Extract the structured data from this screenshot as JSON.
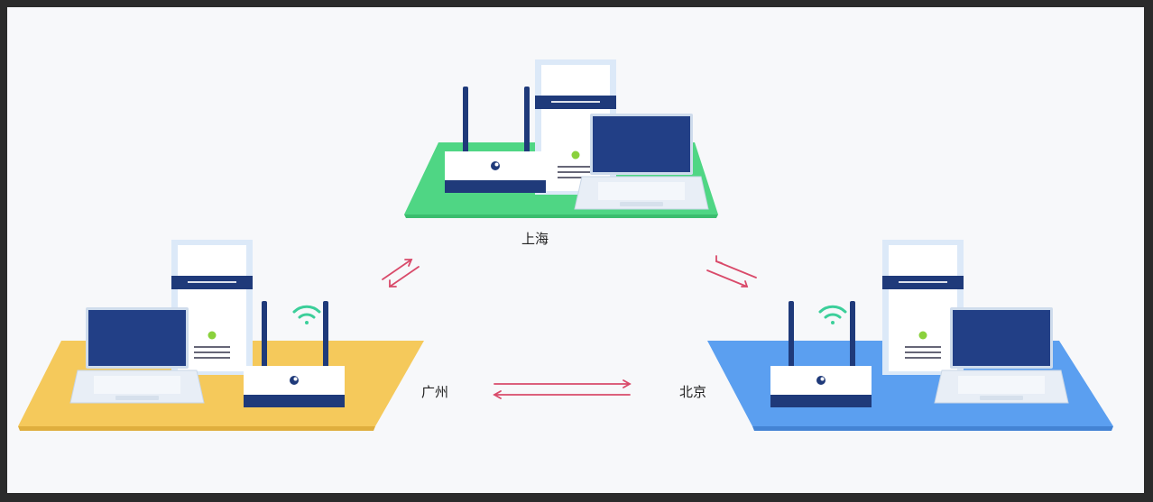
{
  "nodes": {
    "shanghai": {
      "label": "上海",
      "color": "#4fd684"
    },
    "guangzhou": {
      "label": "广州",
      "color": "#f5c95b"
    },
    "beijing": {
      "label": "北京",
      "color": "#5b9ff0"
    }
  },
  "colors": {
    "arrow": "#d94a6a",
    "navy": "#1f3a7a",
    "screen": "#223f86",
    "server_tint": "#dce9f8",
    "wifi": "#3ccf9a",
    "led": "#8ad13c"
  },
  "icons": [
    "router-icon",
    "server-icon",
    "laptop-icon",
    "wifi-icon",
    "arrow-icon"
  ]
}
